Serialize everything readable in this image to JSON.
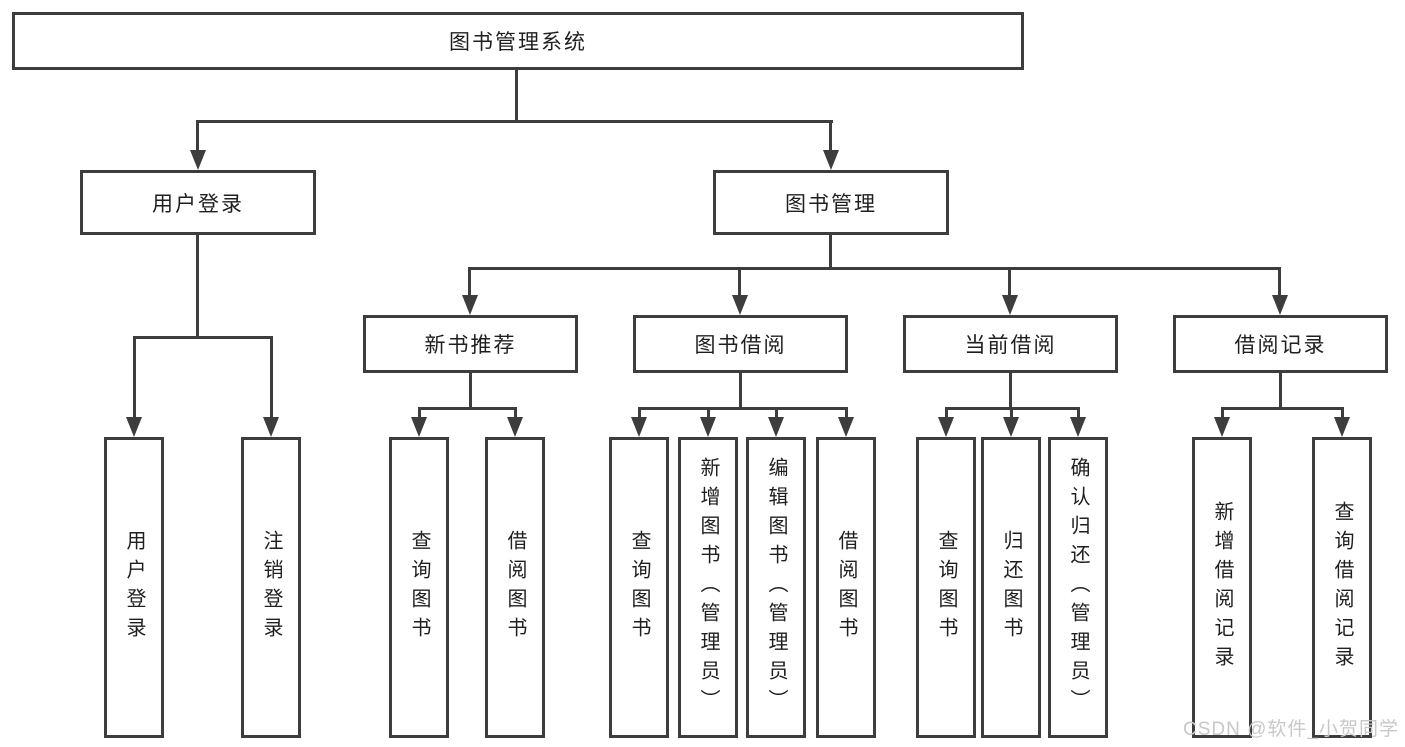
{
  "diagram": {
    "root_label": "图书管理系统",
    "level2": {
      "user_login": "用户登录",
      "book_mgmt": "图书管理"
    },
    "level3": {
      "new_book": "新书推荐",
      "book_borrow": "图书借阅",
      "current_borrow": "当前借阅",
      "borrow_record": "借阅记录"
    },
    "leaves": {
      "user_login": [
        "用户登录",
        "注销登录"
      ],
      "new_book": [
        "查询图书",
        "借阅图书"
      ],
      "book_borrow": [
        "查询图书",
        "新增图书（管理员）",
        "编辑图书（管理员）",
        "借阅图书"
      ],
      "current_borrow": [
        "查询图书",
        "归还图书",
        "确认归还（管理员）"
      ],
      "borrow_record": [
        "新增借阅记录",
        "查询借阅记录"
      ]
    }
  },
  "watermark": {
    "text": "CSDN @软件_小贺同学"
  },
  "colors": {
    "line": "#3d3d3d",
    "text": "#1f1f1f",
    "background": "#ffffff",
    "watermark": "#c8c8c8"
  }
}
